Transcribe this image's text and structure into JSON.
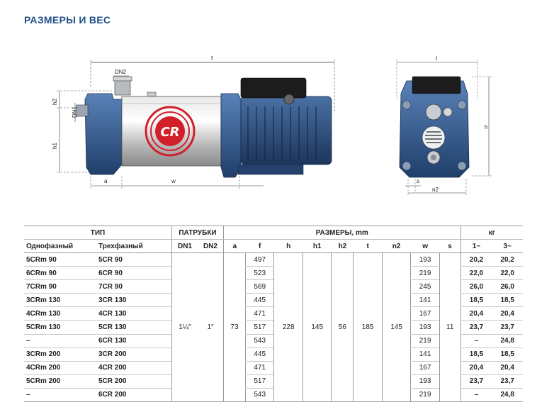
{
  "title": "РАЗМЕРЫ И ВЕС",
  "drawing": {
    "side_labels": {
      "f": "f",
      "dn2": "DN2",
      "dn1": "DN1",
      "h2": "h2",
      "h1": "h1",
      "a": "a",
      "w": "w",
      "logo": "CR"
    },
    "front_labels": {
      "t": "t",
      "h": "h",
      "s": "s",
      "n2": "n2"
    }
  },
  "table": {
    "group_headers": {
      "type": "ТИП",
      "ports": "ПАТРУБКИ",
      "dims": "РАЗМЕРЫ, mm",
      "weight": "кг"
    },
    "col_headers": [
      "Однофазный",
      "Трехфазный",
      "DN1",
      "DN2",
      "a",
      "f",
      "h",
      "h1",
      "h2",
      "t",
      "n2",
      "w",
      "s",
      "1~",
      "3~"
    ],
    "shared": {
      "dn1": "1¼″",
      "dn2": "1″",
      "a": "73",
      "h": "228",
      "h1": "145",
      "h2": "56",
      "t": "185",
      "n2": "145",
      "s": "11"
    },
    "rows": [
      {
        "single": "5CRm 90",
        "three": "5CR 90",
        "f": "497",
        "w": "193",
        "kg1": "20,2",
        "kg3": "20,2"
      },
      {
        "single": "6CRm 90",
        "three": "6CR 90",
        "f": "523",
        "w": "219",
        "kg1": "22,0",
        "kg3": "22,0"
      },
      {
        "single": "7CRm 90",
        "three": "7CR 90",
        "f": "569",
        "w": "245",
        "kg1": "26,0",
        "kg3": "26,0"
      },
      {
        "single": "3CRm 130",
        "three": "3CR 130",
        "f": "445",
        "w": "141",
        "kg1": "18,5",
        "kg3": "18,5"
      },
      {
        "single": "4CRm 130",
        "three": "4CR 130",
        "f": "471",
        "w": "167",
        "kg1": "20,4",
        "kg3": "20,4"
      },
      {
        "single": "5CRm 130",
        "three": "5CR 130",
        "f": "517",
        "w": "193",
        "kg1": "23,7",
        "kg3": "23,7"
      },
      {
        "single": "–",
        "three": "6CR 130",
        "f": "543",
        "w": "219",
        "kg1": "–",
        "kg3": "24,8"
      },
      {
        "single": "3CRm 200",
        "three": "3CR 200",
        "f": "445",
        "w": "141",
        "kg1": "18,5",
        "kg3": "18,5"
      },
      {
        "single": "4CRm 200",
        "three": "4CR 200",
        "f": "471",
        "w": "167",
        "kg1": "20,4",
        "kg3": "20,4"
      },
      {
        "single": "5CRm 200",
        "three": "5CR 200",
        "f": "517",
        "w": "193",
        "kg1": "23,7",
        "kg3": "23,7"
      },
      {
        "single": "–",
        "three": "6CR 200",
        "f": "543",
        "w": "219",
        "kg1": "–",
        "kg3": "24,8"
      }
    ]
  }
}
